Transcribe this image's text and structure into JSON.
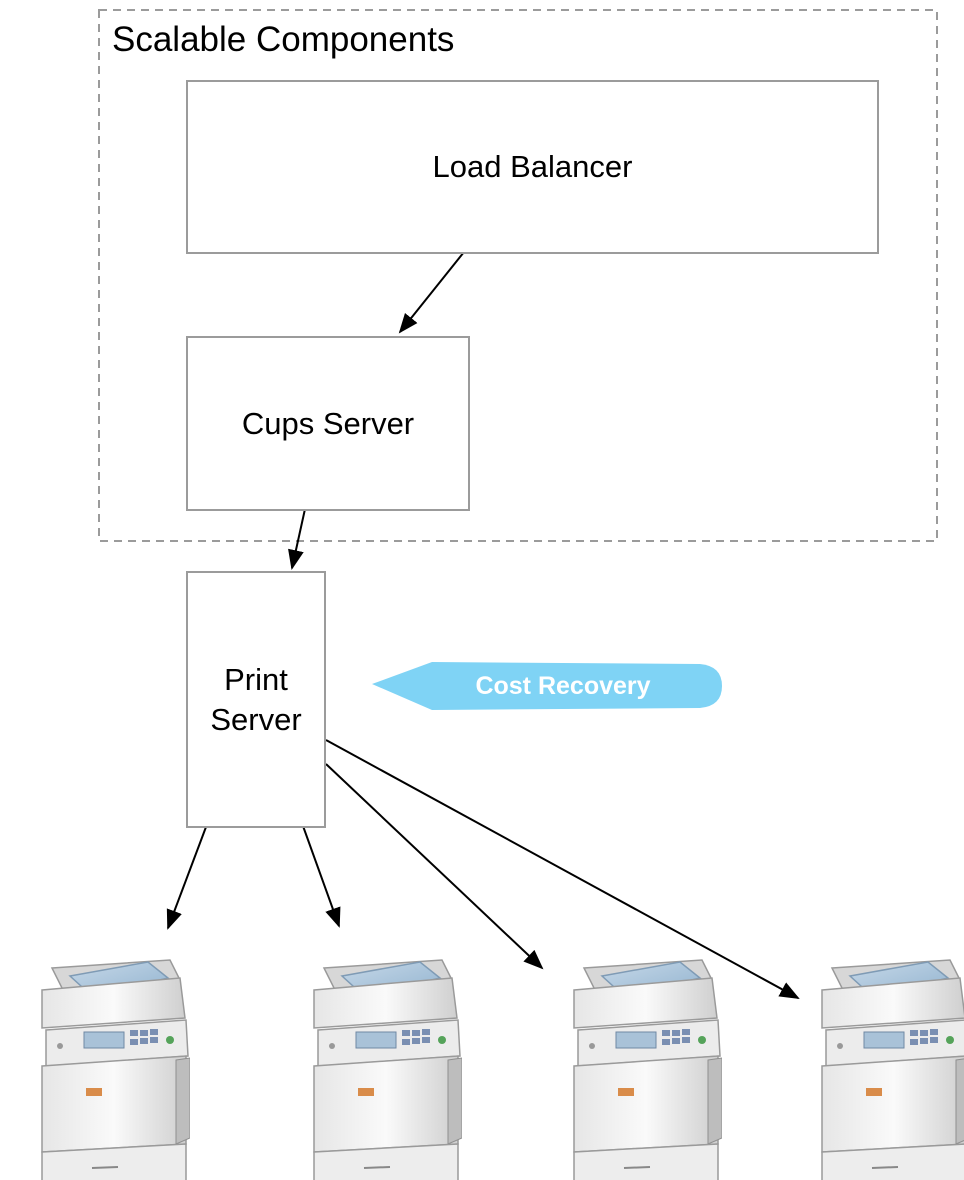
{
  "group": {
    "title": "Scalable Components"
  },
  "nodes": {
    "load_balancer": "Load Balancer",
    "cups_server": "Cups Server",
    "print_server_line1": "Print",
    "print_server_line2": "Server"
  },
  "callout": {
    "label": "Cost Recovery",
    "color": "#7fd3f5"
  },
  "printers": [
    {
      "icon": "printer-icon"
    },
    {
      "icon": "printer-icon"
    },
    {
      "icon": "printer-icon"
    },
    {
      "icon": "printer-icon"
    }
  ],
  "colors": {
    "box_border": "#9b9b9b",
    "group_border": "#9b9b9b",
    "arrow": "#000000"
  }
}
